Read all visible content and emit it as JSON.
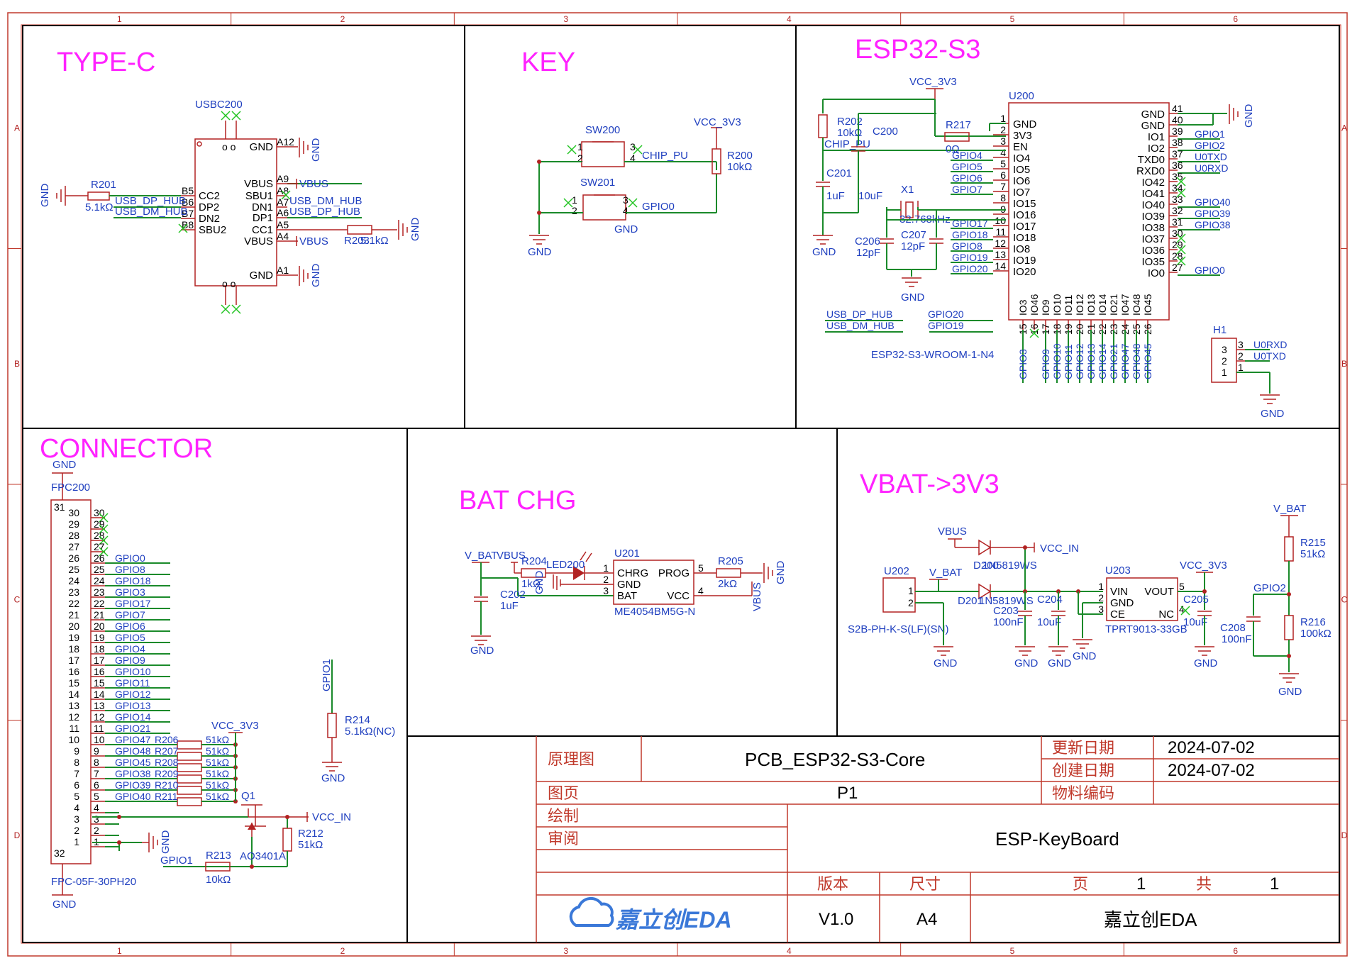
{
  "sheet": {
    "zones_top": [
      "1",
      "2",
      "3",
      "4",
      "5",
      "6"
    ],
    "zones_side": [
      "A",
      "B",
      "C",
      "D"
    ]
  },
  "sections": {
    "typec": "TYPE-C",
    "key": "KEY",
    "esp": "ESP32-S3",
    "connector": "CONNECTOR",
    "bat": "BAT CHG",
    "vbat": "VBAT->3V3"
  },
  "typec": {
    "ref": "USBC200",
    "r201_ref": "R201",
    "r201_val": "5.1kΩ",
    "r203_ref": "R203",
    "r203_val": "5.1kΩ",
    "gnd": "GND",
    "left_pins": [
      {
        "num": "B5",
        "name": "CC2"
      },
      {
        "num": "B6",
        "name": "DP2"
      },
      {
        "num": "B7",
        "name": "DN2"
      },
      {
        "num": "B8",
        "name": "SBU2"
      }
    ],
    "right_pins": [
      {
        "num": "A12",
        "name": "GND"
      },
      {
        "num": "A9",
        "name": "VBUS"
      },
      {
        "num": "A8",
        "name": "SBU1"
      },
      {
        "num": "A7",
        "name": "DN1"
      },
      {
        "num": "A6",
        "name": "DP1"
      },
      {
        "num": "A5",
        "name": "CC1"
      },
      {
        "num": "A4",
        "name": "VBUS"
      },
      {
        "num": "A1",
        "name": "GND"
      }
    ],
    "nets": {
      "dp": "USB_DP_HUB",
      "dm": "USB_DM_HUB",
      "vbus": "VBUS"
    }
  },
  "key": {
    "sw200": "SW200",
    "sw201": "SW201",
    "r200_ref": "R200",
    "r200_val": "10kΩ",
    "vcc": "VCC_3V3",
    "chip_pu": "CHIP_PU",
    "gpio0": "GPIO0",
    "gnd": "GND",
    "pins": [
      "1",
      "2",
      "3",
      "4"
    ]
  },
  "esp": {
    "ref": "U200",
    "part": "ESP32-S3-WROOM-1-N4",
    "vcc": "VCC_3V3",
    "r202_ref": "R202",
    "r202_val": "10kΩ",
    "r217_ref": "R217",
    "r217_val": "0Ω",
    "c200_ref": "C200",
    "c200_val": "10uF",
    "c201_ref": "C201",
    "c201_val": "1uF",
    "chip_pu": "CHIP_PU",
    "x1_ref": "X1",
    "x1_val": "32.768kHz",
    "c206_ref": "C206",
    "c206_val": "12pF",
    "c207_ref": "C207",
    "c207_val": "12pF",
    "gnd": "GND",
    "left_pins": [
      {
        "num": "1",
        "name": "GND",
        "net": ""
      },
      {
        "num": "2",
        "name": "3V3",
        "net": ""
      },
      {
        "num": "3",
        "name": "EN",
        "net": ""
      },
      {
        "num": "4",
        "name": "IO4",
        "net": "GPIO4"
      },
      {
        "num": "5",
        "name": "IO5",
        "net": "GPIO5"
      },
      {
        "num": "6",
        "name": "IO6",
        "net": "GPIO6"
      },
      {
        "num": "7",
        "name": "IO7",
        "net": "GPIO7"
      },
      {
        "num": "8",
        "name": "IO15",
        "net": ""
      },
      {
        "num": "9",
        "name": "IO16",
        "net": ""
      },
      {
        "num": "10",
        "name": "IO17",
        "net": "GPIO17"
      },
      {
        "num": "11",
        "name": "IO18",
        "net": "GPIO18"
      },
      {
        "num": "12",
        "name": "IO8",
        "net": "GPIO8"
      },
      {
        "num": "13",
        "name": "IO19",
        "net": "GPIO19"
      },
      {
        "num": "14",
        "name": "IO20",
        "net": "GPIO20"
      }
    ],
    "right_pins": [
      {
        "num": "41",
        "name": "GND",
        "net": ""
      },
      {
        "num": "40",
        "name": "GND",
        "net": ""
      },
      {
        "num": "39",
        "name": "IO1",
        "net": "GPIO1"
      },
      {
        "num": "38",
        "name": "IO2",
        "net": "GPIO2"
      },
      {
        "num": "37",
        "name": "TXD0",
        "net": "U0TXD"
      },
      {
        "num": "36",
        "name": "RXD0",
        "net": "U0RXD"
      },
      {
        "num": "35",
        "name": "IO42",
        "net": ""
      },
      {
        "num": "34",
        "name": "IO41",
        "net": ""
      },
      {
        "num": "33",
        "name": "IO40",
        "net": "GPIO40"
      },
      {
        "num": "32",
        "name": "IO39",
        "net": "GPIO39"
      },
      {
        "num": "31",
        "name": "IO38",
        "net": "GPIO38"
      },
      {
        "num": "30",
        "name": "IO37",
        "net": ""
      },
      {
        "num": "29",
        "name": "IO36",
        "net": ""
      },
      {
        "num": "28",
        "name": "IO35",
        "net": ""
      },
      {
        "num": "27",
        "name": "IO0",
        "net": "GPIO0"
      }
    ],
    "bottom_pins": [
      {
        "num": "15",
        "name": "IO3",
        "net": "GPIO3"
      },
      {
        "num": "16",
        "name": "IO46",
        "net": ""
      },
      {
        "num": "17",
        "name": "IO9",
        "net": "GPIO9"
      },
      {
        "num": "18",
        "name": "IO10",
        "net": "GPIO10"
      },
      {
        "num": "19",
        "name": "IO11",
        "net": "GPIO11"
      },
      {
        "num": "20",
        "name": "IO12",
        "net": "GPIO12"
      },
      {
        "num": "21",
        "name": "IO13",
        "net": "GPIO13"
      },
      {
        "num": "22",
        "name": "IO14",
        "net": "GPIO14"
      },
      {
        "num": "23",
        "name": "IO21",
        "net": "GPIO21"
      },
      {
        "num": "24",
        "name": "IO47",
        "net": "GPIO47"
      },
      {
        "num": "25",
        "name": "IO48",
        "net": "GPIO48"
      },
      {
        "num": "26",
        "name": "IO45",
        "net": "GPIO45"
      }
    ],
    "net_links": [
      {
        "a": "USB_DP_HUB",
        "b": "GPIO20"
      },
      {
        "a": "USB_DM_HUB",
        "b": "GPIO19"
      }
    ],
    "h1_ref": "H1",
    "h1_pins": [
      {
        "num": "3",
        "net": "U0RXD"
      },
      {
        "num": "2",
        "net": "U0TXD"
      },
      {
        "num": "1",
        "net": ""
      }
    ]
  },
  "connector": {
    "ref": "FPC200",
    "part": "FPC-05F-30PH20",
    "gnd": "GND",
    "top_pins": [
      "31",
      "32"
    ],
    "pins": [
      {
        "num": "30",
        "net": ""
      },
      {
        "num": "29",
        "net": ""
      },
      {
        "num": "28",
        "net": ""
      },
      {
        "num": "27",
        "net": ""
      },
      {
        "num": "26",
        "net": "GPIO0"
      },
      {
        "num": "25",
        "net": "GPIO8"
      },
      {
        "num": "24",
        "net": "GPIO18"
      },
      {
        "num": "23",
        "net": "GPIO3"
      },
      {
        "num": "22",
        "net": "GPIO17"
      },
      {
        "num": "21",
        "net": "GPIO7"
      },
      {
        "num": "20",
        "net": "GPIO6"
      },
      {
        "num": "19",
        "net": "GPIO5"
      },
      {
        "num": "18",
        "net": "GPIO4"
      },
      {
        "num": "17",
        "net": "GPIO9"
      },
      {
        "num": "16",
        "net": "GPIO10"
      },
      {
        "num": "15",
        "net": "GPIO11"
      },
      {
        "num": "14",
        "net": "GPIO12"
      },
      {
        "num": "13",
        "net": "GPIO13"
      },
      {
        "num": "12",
        "net": "GPIO14"
      },
      {
        "num": "11",
        "net": "GPIO21"
      },
      {
        "num": "10",
        "net": "GPIO47"
      },
      {
        "num": "9",
        "net": "GPIO48"
      },
      {
        "num": "8",
        "net": "GPIO45"
      },
      {
        "num": "7",
        "net": "GPIO38"
      },
      {
        "num": "6",
        "net": "GPIO39"
      },
      {
        "num": "5",
        "net": "GPIO40"
      },
      {
        "num": "4",
        "net": ""
      },
      {
        "num": "3",
        "net": ""
      },
      {
        "num": "2",
        "net": ""
      },
      {
        "num": "1",
        "net": ""
      }
    ],
    "pullups": [
      {
        "ref": "R206",
        "val": "51kΩ"
      },
      {
        "ref": "R207",
        "val": "51kΩ"
      },
      {
        "ref": "R208",
        "val": "51kΩ"
      },
      {
        "ref": "R209",
        "val": "51kΩ"
      },
      {
        "ref": "R210",
        "val": "51kΩ"
      },
      {
        "ref": "R211",
        "val": "51kΩ"
      }
    ],
    "vcc": "VCC_3V3",
    "vcc_in": "VCC_IN",
    "q1_ref": "Q1",
    "q1_part": "AO3401A",
    "r212_ref": "R212",
    "r212_val": "51kΩ",
    "r213_ref": "R213",
    "r213_val": "10kΩ",
    "gpio1": "GPIO1",
    "r214_ref": "R214",
    "r214_val": "5.1kΩ(NC)"
  },
  "bat": {
    "vbat": "V_BAT",
    "vbus": "VBUS",
    "r204_ref": "R204",
    "r204_val": "1kΩ",
    "led_ref": "LED200",
    "u201_ref": "U201",
    "u201_part": "ME4054BM5G-N",
    "r205_ref": "R205",
    "r205_val": "2kΩ",
    "c202_ref": "C202",
    "c202_val": "1uF",
    "gnd": "GND",
    "u201_pins_left": [
      {
        "num": "1",
        "name": "CHRG"
      },
      {
        "num": "2",
        "name": "GND"
      },
      {
        "num": "3",
        "name": "BAT"
      }
    ],
    "u201_pins_right": [
      {
        "num": "5",
        "name": "PROG"
      },
      {
        "num": "4",
        "name": "VCC"
      }
    ]
  },
  "vbat3v3": {
    "vbus": "VBUS",
    "vbat": "V_BAT",
    "vcc_in": "VCC_IN",
    "vcc": "VCC_3V3",
    "d200_ref": "D200",
    "d200_part": "1N5819WS",
    "d201_ref": "D201",
    "d201_part": "1N5819WS",
    "u202_ref": "U202",
    "u202_part": "S2B-PH-K-S(LF)(SN)",
    "u202_pins": [
      "1",
      "2"
    ],
    "c203_ref": "C203",
    "c203_val": "100nF",
    "c204_ref": "C204",
    "c204_val": "10uF",
    "u203_ref": "U203",
    "u203_part": "TPRT9013-33GB",
    "u203_pins_left": [
      {
        "num": "1",
        "name": "VIN"
      },
      {
        "num": "2",
        "name": "GND"
      },
      {
        "num": "3",
        "name": "CE"
      }
    ],
    "u203_pins_right": [
      {
        "num": "5",
        "name": "VOUT"
      },
      {
        "num": "4",
        "name": "NC"
      }
    ],
    "c205_ref": "C205",
    "c205_val": "10uF",
    "r215_ref": "R215",
    "r215_val": "51kΩ",
    "r216_ref": "R216",
    "r216_val": "100kΩ",
    "gpio2": "GPIO2",
    "c208_ref": "C208",
    "c208_val": "100nF",
    "gnd": "GND"
  },
  "title_block": {
    "schematic_label": "原理图",
    "project": "PCB_ESP32-S3-Core",
    "update_label": "更新日期",
    "update_date": "2024-07-02",
    "create_label": "创建日期",
    "create_date": "2024-07-02",
    "page_label": "图页",
    "page_value": "P1",
    "material_label": "物料编码",
    "draw_label": "绘制",
    "review_label": "审阅",
    "board": "ESP-KeyBoard",
    "version_label": "版本",
    "size_label": "尺寸",
    "page_of_label": "页",
    "page_num": "1",
    "total_label": "共",
    "total_num": "1",
    "logo_text": "嘉立创EDA",
    "version": "V1.0",
    "size": "A4",
    "company": "嘉立创EDA"
  }
}
